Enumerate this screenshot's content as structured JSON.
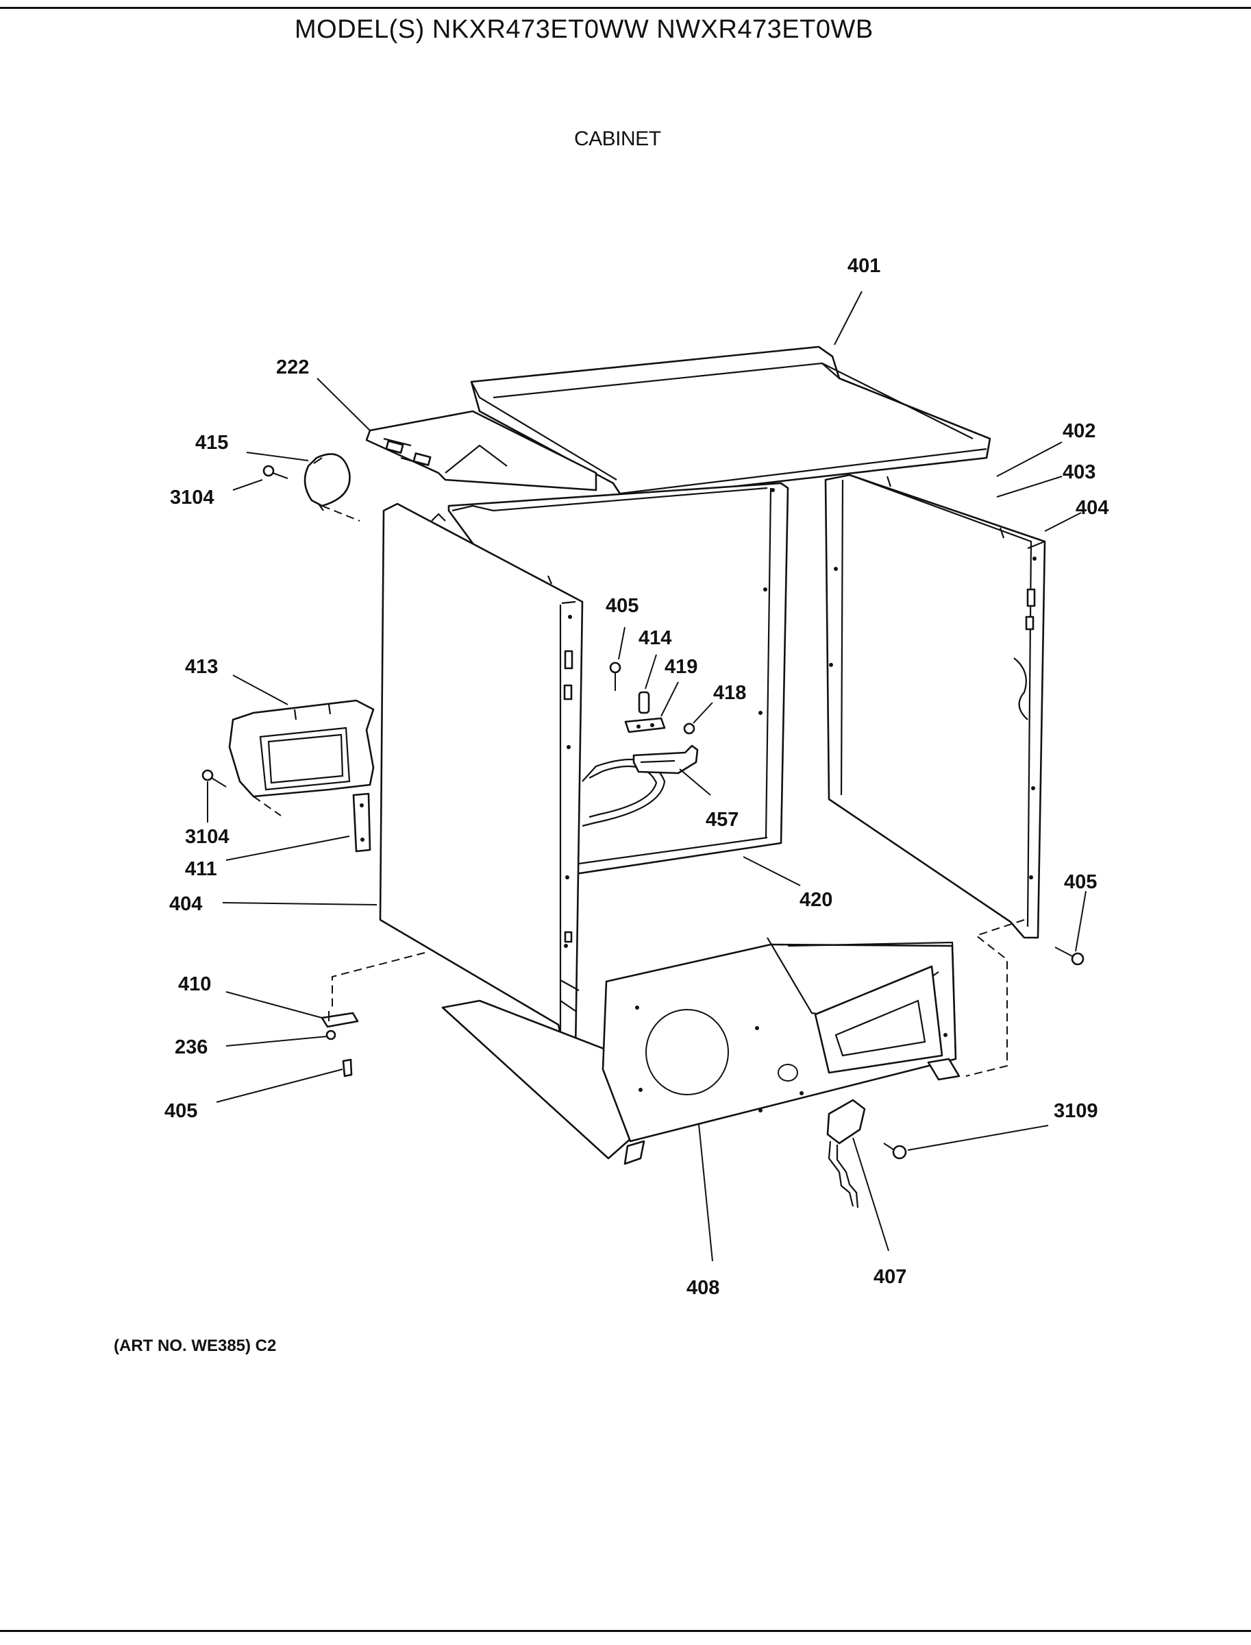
{
  "header": {
    "model_title": "MODEL(S) NKXR473ET0WW  NWXR473ET0WB",
    "section_title": "CABINET"
  },
  "footer": {
    "art_number": "(ART NO. WE385) C2"
  },
  "callouts": [
    {
      "id": "c401",
      "label": "401"
    },
    {
      "id": "c222",
      "label": "222"
    },
    {
      "id": "c415",
      "label": "415"
    },
    {
      "id": "c3104a",
      "label": "3104"
    },
    {
      "id": "c402",
      "label": "402"
    },
    {
      "id": "c403",
      "label": "403"
    },
    {
      "id": "c404a",
      "label": "404"
    },
    {
      "id": "c405a",
      "label": "405"
    },
    {
      "id": "c414",
      "label": "414"
    },
    {
      "id": "c419",
      "label": "419"
    },
    {
      "id": "c418",
      "label": "418"
    },
    {
      "id": "c413",
      "label": "413"
    },
    {
      "id": "c457",
      "label": "457"
    },
    {
      "id": "c3104b",
      "label": "3104"
    },
    {
      "id": "c411",
      "label": "411"
    },
    {
      "id": "c404b",
      "label": "404"
    },
    {
      "id": "c420",
      "label": "420"
    },
    {
      "id": "c405b",
      "label": "405"
    },
    {
      "id": "c410",
      "label": "410"
    },
    {
      "id": "c236",
      "label": "236"
    },
    {
      "id": "c405c",
      "label": "405"
    },
    {
      "id": "c3109",
      "label": "3109"
    },
    {
      "id": "c408",
      "label": "408"
    },
    {
      "id": "c407",
      "label": "407"
    }
  ]
}
